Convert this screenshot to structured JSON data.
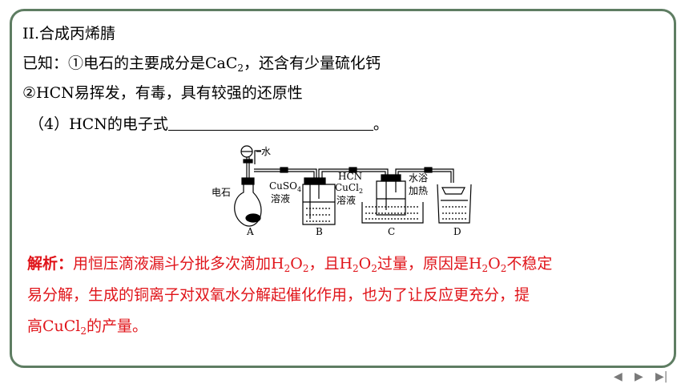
{
  "heading": "II.合成丙烯腈",
  "known": {
    "line1_pre": "已知：①电石的主要成分是CaC",
    "line1_sub": "2",
    "line1_post": "，还含有少量硫化钙",
    "line2": "②HCN易挥发，有毒，具有较强的还原性"
  },
  "question": {
    "pre": "（4）HCN的电子式",
    "post": "。"
  },
  "diagram": {
    "water": "水",
    "calcium_carbide": "电石",
    "cuso4": "CuSO",
    "cuso4_sub": "4",
    "solution": "溶液",
    "hcn": "HCN",
    "cucl2": "CuCl",
    "cucl2_sub": "2",
    "water_bath": "水浴",
    "heating": "加热",
    "label_a": "A",
    "label_b": "B",
    "label_c": "C",
    "label_d": "D"
  },
  "analysis": {
    "label": "解析：",
    "p1": "用恒压滴液漏斗分批多次滴加H",
    "s1": "2",
    "p2": "O",
    "s2": "2",
    "p3": "，且H",
    "s3": "2",
    "p4": "O",
    "s4": "2",
    "p5": "过量，原因是H",
    "s5": "2",
    "p6": "O",
    "s6": "2",
    "p7": "不稳定",
    "line2": "易分解，生成的铜离子对双氧水分解起催化作用，也为了让反应更充分，提",
    "line3_pre": "高CuCl",
    "line3_sub": "2",
    "line3_post": "的产量。"
  },
  "nav": {
    "prev": "◀",
    "next": "▶",
    "last": "▶|"
  }
}
